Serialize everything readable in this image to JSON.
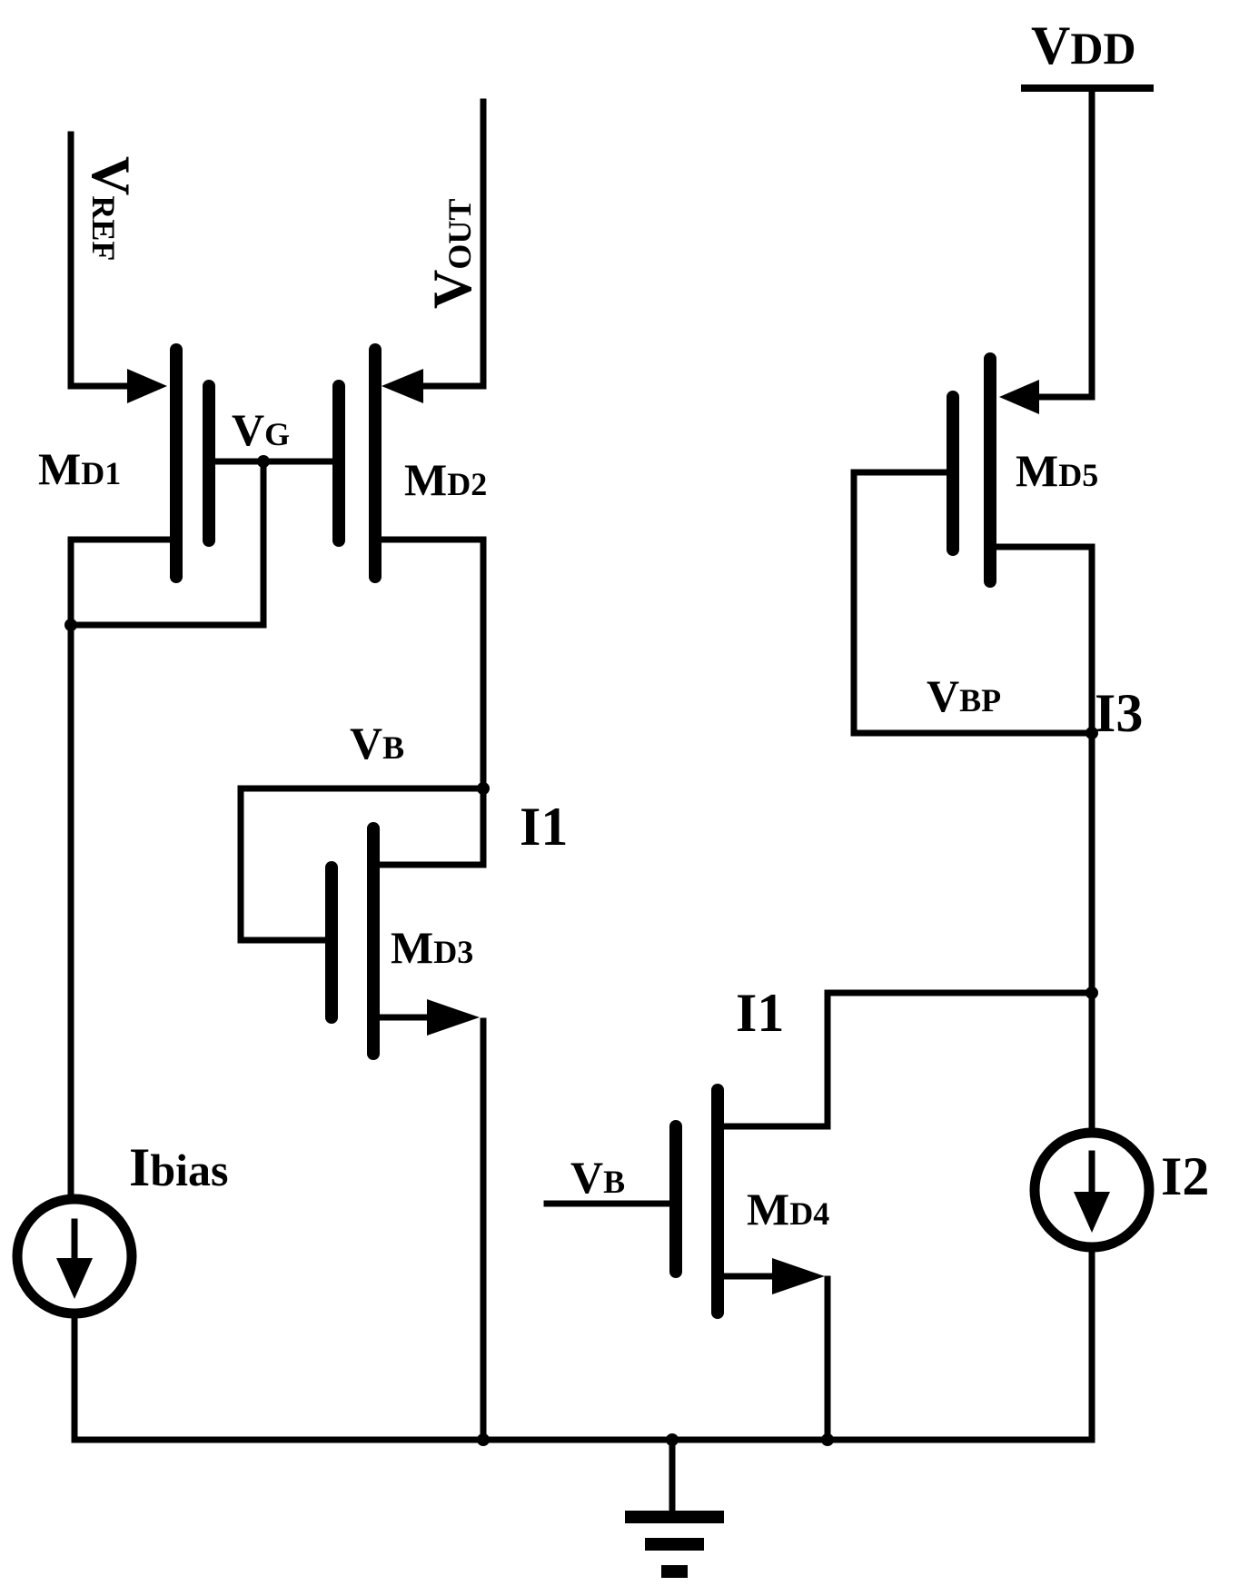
{
  "labels": {
    "vdd": {
      "main": "V",
      "sub": "DD"
    },
    "vref": {
      "main": "V",
      "sub": "REF"
    },
    "vout": {
      "main": "V",
      "sub": "OUT"
    },
    "vg": {
      "main": "V",
      "sub": "G"
    },
    "vb_top": {
      "main": "V",
      "sub": "B"
    },
    "vb_bottom": {
      "main": "V",
      "sub": "B"
    },
    "vbp": {
      "main": "V",
      "sub": "BP"
    },
    "md1": {
      "main": "M",
      "sub": "D1"
    },
    "md2": {
      "main": "M",
      "sub": "D2"
    },
    "md3": {
      "main": "M",
      "sub": "D3"
    },
    "md4": {
      "main": "M",
      "sub": "D4"
    },
    "md5": {
      "main": "M",
      "sub": "D5"
    },
    "i1_top": {
      "main": "I",
      "sub": "1"
    },
    "i1_bottom": {
      "main": "I",
      "sub": "1"
    },
    "i2": {
      "main": "I",
      "sub": "2"
    },
    "i3": {
      "main": "I",
      "sub": "3"
    },
    "ibias": {
      "main": "I",
      "sub": "bias"
    }
  }
}
